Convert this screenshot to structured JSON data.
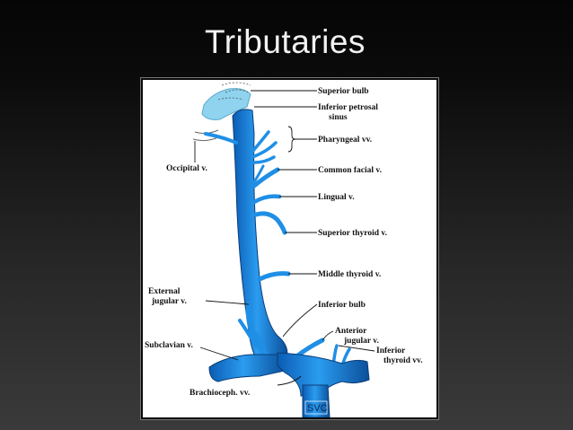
{
  "slide": {
    "title": "Tributaries"
  },
  "diagram": {
    "labels": {
      "superior_bulb": "Superior bulb",
      "inferior_petrosal_1": "Inferior petrosal",
      "inferior_petrosal_2": "sinus",
      "pharyngeal": "Pharyngeal vv.",
      "occipital": "Occipital v.",
      "common_facial": "Common facial v.",
      "lingual": "Lingual v.",
      "superior_thyroid": "Superior thyroid v.",
      "middle_thyroid": "Middle thyroid v.",
      "external_jugular_1": "External",
      "external_jugular_2": "jugular v.",
      "inferior_bulb": "Inferior bulb",
      "anterior_jugular_1": "Anterior",
      "anterior_jugular_2": "jugular v.",
      "inferior_thyroid_1": "Inferior",
      "inferior_thyroid_2": "thyroid vv.",
      "subclavian": "Subclavian v.",
      "brachiocephalic": "Brachioceph. vv.",
      "svc": "SVC"
    },
    "colors": {
      "vein": "#1f8fe6",
      "vein_dark": "#0b4f9a",
      "vein_light": "#7fc6ff",
      "leader": "#111111"
    }
  }
}
